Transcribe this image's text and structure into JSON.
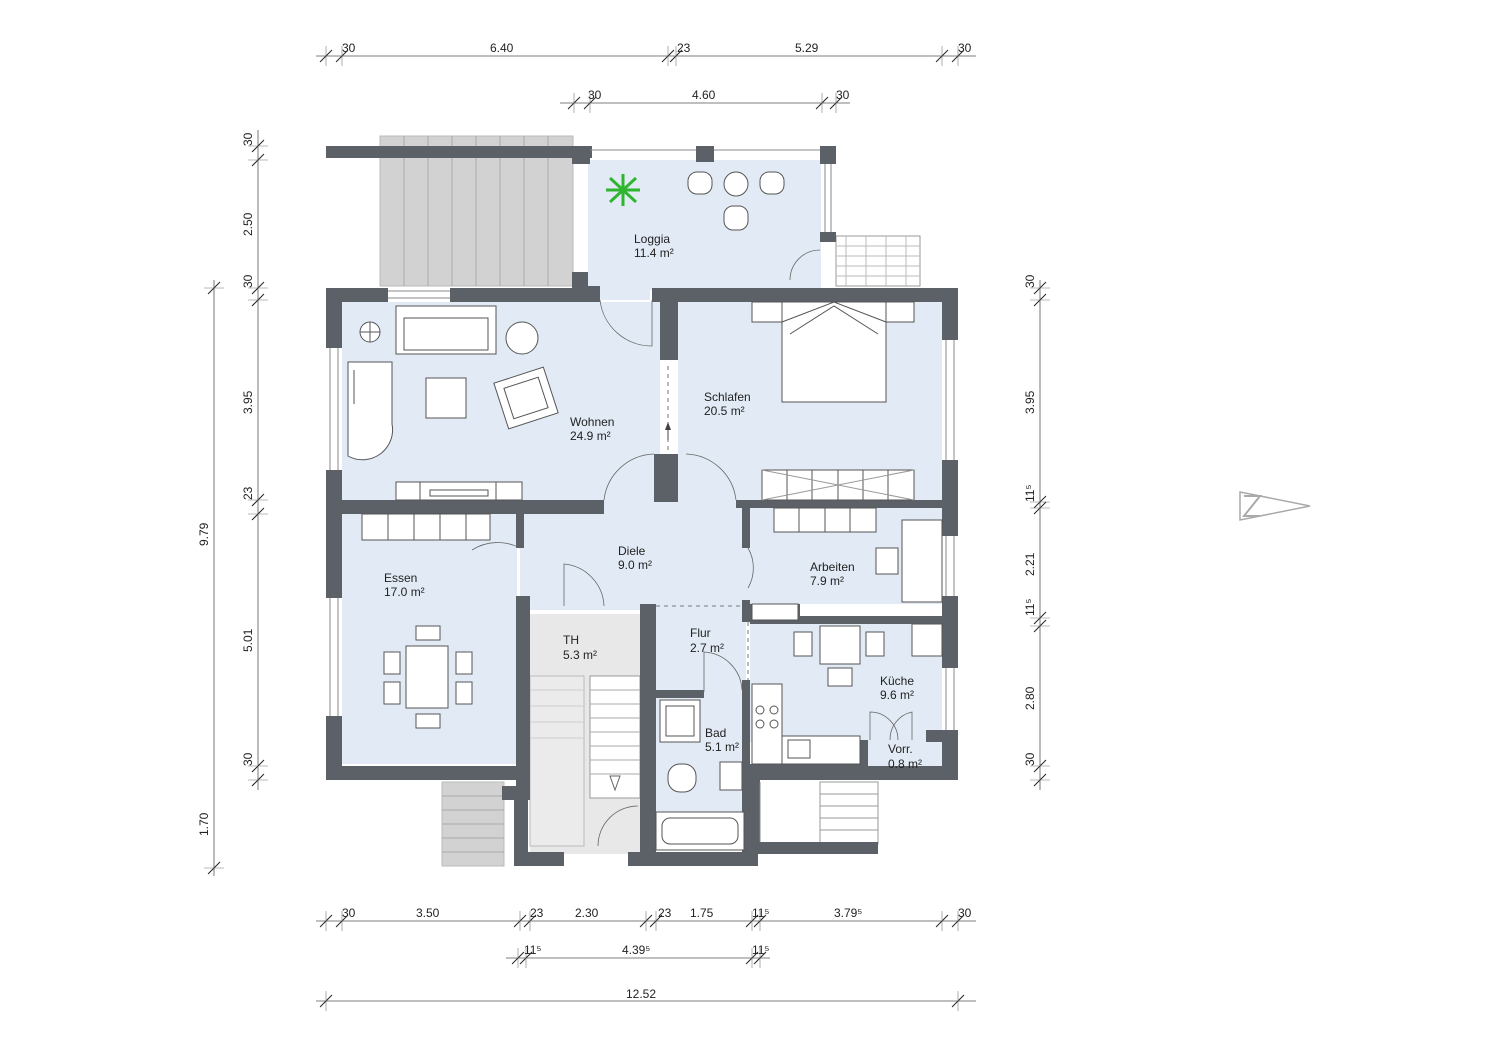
{
  "rooms": [
    {
      "name": "Loggia",
      "area": "11.4 m²"
    },
    {
      "name": "Wohnen",
      "area": "24.9 m²"
    },
    {
      "name": "Schlafen",
      "area": "20.5 m²"
    },
    {
      "name": "Diele",
      "area": "9.0 m²"
    },
    {
      "name": "Arbeiten",
      "area": "7.9 m²"
    },
    {
      "name": "Essen",
      "area": "17.0 m²"
    },
    {
      "name": "TH",
      "area": "5.3 m²"
    },
    {
      "name": "Flur",
      "area": "2.7 m²"
    },
    {
      "name": "Küche",
      "area": "9.6 m²"
    },
    {
      "name": "Bad",
      "area": "5.1 m²"
    },
    {
      "name": "Vorr.",
      "area": "0.8 m²"
    }
  ],
  "dims_top": [
    "30",
    "6.40",
    "23",
    "5.29",
    "30"
  ],
  "dims_top2": [
    "30",
    "4.60",
    "30"
  ],
  "dims_left": [
    "30",
    "2.50",
    "30",
    "3.95",
    "23",
    "5.01",
    "30",
    "1.70"
  ],
  "dims_left_total": "9.79",
  "dims_right": [
    "30",
    "3.95",
    "11⁵",
    "2.21",
    "11⁵",
    "2.80",
    "30"
  ],
  "dims_bottom": [
    "30",
    "3.50",
    "23",
    "2.30",
    "23",
    "1.75",
    "11⁵",
    "3.79⁵",
    "30"
  ],
  "dims_bottom2": [
    "11⁵",
    "4.39⁵",
    "11⁵"
  ],
  "dims_bottom_total": "12.52",
  "colors": {
    "wall": "#5b6166",
    "floor": "#e2ebf5",
    "stair": "#cfcfcf",
    "plant": "#2fb52f"
  }
}
